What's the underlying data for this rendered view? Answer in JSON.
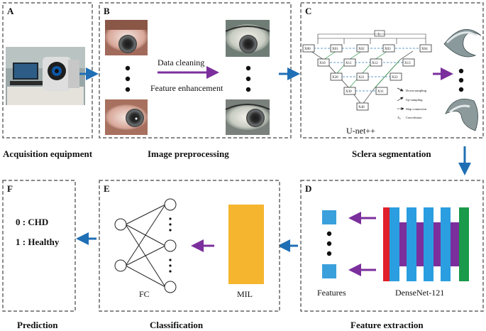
{
  "panels": {
    "A": {
      "letter": "A",
      "caption": "Acquisition equipment"
    },
    "B": {
      "letter": "B",
      "caption": "Image preprocessing",
      "step1": "Data cleaning",
      "step2": "Feature enhancement"
    },
    "C": {
      "letter": "C",
      "caption": "Sclera segmentation",
      "model": "U-net++",
      "legend": [
        "Down-sampling",
        "Up-sampling",
        "Skip connection",
        "Convolution"
      ],
      "legend_symbol": "X₀",
      "top_box": "L",
      "nodes": [
        "X00",
        "X01",
        "X02",
        "X03",
        "X04",
        "X10",
        "X11",
        "X12",
        "X13",
        "X20",
        "X21",
        "X22",
        "X30",
        "X31",
        "X40"
      ]
    },
    "D": {
      "letter": "D",
      "caption": "Feature extraction",
      "features_label": "Features",
      "network_label": "DenseNet-121"
    },
    "E": {
      "letter": "E",
      "caption": "Classification",
      "fc_label": "FC",
      "mil_label": "MIL"
    },
    "F": {
      "letter": "F",
      "caption": "Prediction",
      "class0": "0 : CHD",
      "class1": "1 : Healthy"
    }
  },
  "colors": {
    "arrow_blue": "#1f6fb5",
    "arrow_purple": "#7b2f9c",
    "mil_orange": "#f5b52e",
    "feature_blue": "#3aa0dc",
    "dense_red": "#e0202a",
    "dense_blue": "#2a9ee0",
    "dense_purple": "#7b2f9c",
    "dense_green": "#1a9a4a"
  }
}
